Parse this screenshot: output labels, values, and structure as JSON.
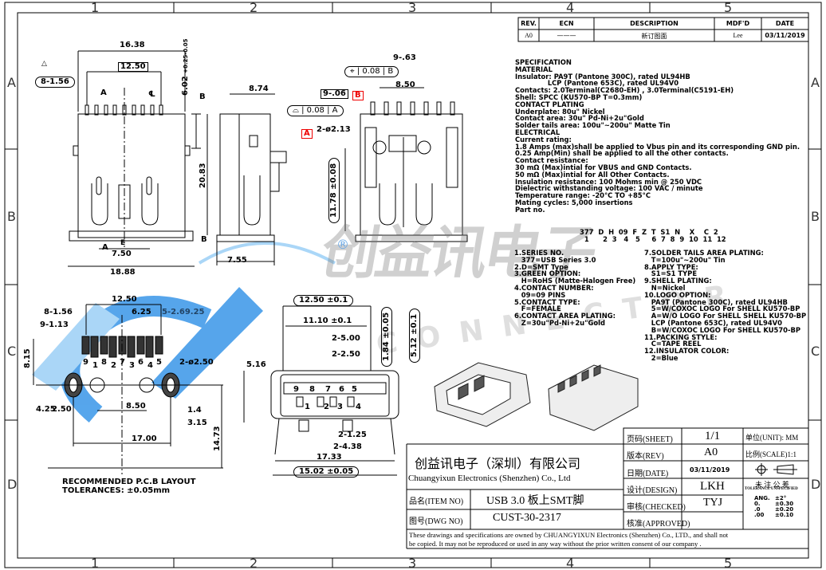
{
  "grid": {
    "columns": [
      "1",
      "2",
      "3",
      "4",
      "5"
    ],
    "rows": [
      "A",
      "B",
      "C",
      "D"
    ]
  },
  "revision_table": {
    "headers": [
      "REV.",
      "ECN",
      "DESCRIPTION",
      "MDF'D",
      "DATE"
    ],
    "rows": [
      [
        "A0",
        "———",
        "新订图面",
        "Lee",
        "03/11/2019"
      ]
    ]
  },
  "front_view": {
    "d1": "16.38",
    "d2": "12.50",
    "d3": "8-1.56",
    "d4": "6.02",
    "d4_tol_plus": "+0.25",
    "d4_tol_minus": "-0.05",
    "d5": "7.50",
    "d6": "18.88",
    "sec_a": "A",
    "centerline": "℄",
    "note": "E"
  },
  "side_view": {
    "d1": "8.74",
    "d2": "9-.06",
    "fcf_value": "0.08",
    "fcf_datum": "A",
    "datum_a": "A",
    "sec_b": "B",
    "d3": "20.83",
    "d4": "7.55"
  },
  "rear_view": {
    "d1": "9-.63",
    "fcf_value": "0.08",
    "fcf_datum": "B",
    "datum_b": "B",
    "d2": "8.50",
    "d3": "2-ø2.13",
    "d4": "11.78 ±0.08"
  },
  "pcb_layout": {
    "d1": "12.50",
    "d2": "8-1.56",
    "d3": "6.25",
    "d4": "5-2.69.25",
    "d5": "9-1.13",
    "d6": "8.15",
    "pins": [
      "9",
      "1",
      "8",
      "2",
      "7",
      "3",
      "6",
      "4",
      "5"
    ],
    "d7": "2-ø2.50",
    "d8": "4.25",
    "d9": "2.50",
    "d10": "8.50",
    "d11": "1.4",
    "d12": "3.15",
    "d13": "17.00",
    "d14": "14.73",
    "title": "RECOMMENDED P.C.B LAYOUT",
    "tolerance": "TOLERANCES: ±0.05mm"
  },
  "face_view": {
    "d1": "12.50 ±0.1",
    "d2": "11.10 ±0.1",
    "d3": "2-5.00",
    "d4": "2-2.50",
    "d5": "5.16",
    "top_pins": [
      "9",
      "8",
      "7",
      "6",
      "5"
    ],
    "bottom_pins": [
      "1",
      "2",
      "3",
      "4"
    ],
    "d6": "2-1.25",
    "d7": "2-4.38",
    "d8": "17.33",
    "d9": "15.02 ±0.05",
    "d10": "1.84 ±0.05",
    "d11": "5.12 ±0.1"
  },
  "specification": {
    "text": "SPECIFICATION\nMATERIAL\nInsulator: PA9T (Pantone 300C), rated UL94HB\n              LCP (Pantone 653C), rated UL94V0\nContacts: 2.0Terminal(C2680-EH) , 3.0Terminal(C5191-EH)\nShell: SPCC (KU570-BP T=0.3mm)\nCONTACT PLATING\nUnderplate: 80u\" Nickel\nContact area: 30u\" Pd-Ni+2u\"Gold\nSolder tails area: 100u\"~200u\" Matte Tin\nELECTRICAL\nCurrent rating:\n1.8 Amps (max)shall be applied to Vbus pin and its corresponding GND pin.\n0.25 Amp(Min) shall be applied to all the other contacts.\nContact resistance:\n30 mΩ (Max)intial for VBUS and GND Contacts.\n50 mΩ (Max)intial for All Other Contacts.\nInsulation resistance: 100 Mohms min @ 250 VDC\nDielectric withstanding voltage: 100 VAC / minute\nTemperature range: -20°C TO +85°C\nMating cycles: 5,000 insertions\nPart no.",
    "part_code": "377  D  H  09  F  Z  T  S1  N    X    C  2",
    "part_index": "  1      2  3   4   5     6  7  8  9  10  11  12",
    "options_left": "1.SERIES NO.\n   377=USB Series 3.0\n2.D=SMT Type\n3.GREEN OPTION:\n   H=RoHS (Matte-Halogen Free)\n4.CONTACT NUMBER:\n   09=09 PINS\n5.CONTACT TYPE:\n   F=FEMALE\n6.CONTACT AREA PLATING:\n   Z=30u\"Pd-Ni+2u\"Gold",
    "options_right": "7.SOLDER TAILS AREA PLATING:\n   T=100u\"~200u\" Tin\n8.APPLY TYPE:\n   S1=S1 TYPE\n9.SHELL PLATING:\n   N=Nickel\n10.LOGO OPTION:\n   PA9T (Pantone 300C), rated UL94HB\n   5=W/COXOC LOGO For SHELL KU570-BP\n   A=W/O LOGO For SHELL SHELL KU570-BP\n   LCP (Pantone 653C), rated UL94V0\n   B=W/COXOC LOGO For SHELL KU570-BP\n11.PACKING STYLE:\n   C=TAPE REEL\n12.INSULATOR COLOR:\n   2=Blue"
  },
  "title_block": {
    "company_cn": "创益讯电子（深圳）有限公司",
    "company_en": "Chuangyixun Electronics (Shenzhen) Co., Ltd",
    "item_label": "品名(ITEM NO)",
    "item_value": "USB 3.0 板上SMT脚",
    "dwg_label": "图号(DWG NO)",
    "dwg_value": "CUST-30-2317",
    "sheet_label": "页码(SHEET)",
    "sheet_value": "1/1",
    "rev_label": "版本(REV)",
    "rev_value": "A0",
    "date_label": "日期(DATE)",
    "date_value": "03/11/2019",
    "design_label": "设计(DESIGN)",
    "design_value": "LKH",
    "checked_label": "审核(CHECKED)",
    "checked_value": "TYJ",
    "approved_label": "核准(APPROVED)",
    "approved_value": "",
    "unit": "单位(UNIT): MM",
    "scale": "比例(SCALE)1:1",
    "tol_cn": "未 注 公 差",
    "tol_en": "TOLERANCE UNSPECIFIED",
    "tol_rows": [
      [
        "ANG.",
        "±2°"
      ],
      [
        "0.",
        "±0.30"
      ],
      [
        ".0",
        "±0.20"
      ],
      [
        ".00",
        "±0.10"
      ]
    ],
    "disclaimer_1": "These drawings and specifications are owned by CHUANGYIXUN Electronics (Shenzhen) Co., LTD., and shall not",
    "disclaimer_2": "be copied. It may not be reproduced or used in any way without the prior written consent of our company ."
  },
  "watermark": {
    "brand_cn": "创益讯电子",
    "brand_en": "CONNECTOR",
    "registered": "®"
  },
  "colors": {
    "datum_red": "#e00000",
    "watermark_blue": "#1e88e5",
    "line": "#000000"
  }
}
